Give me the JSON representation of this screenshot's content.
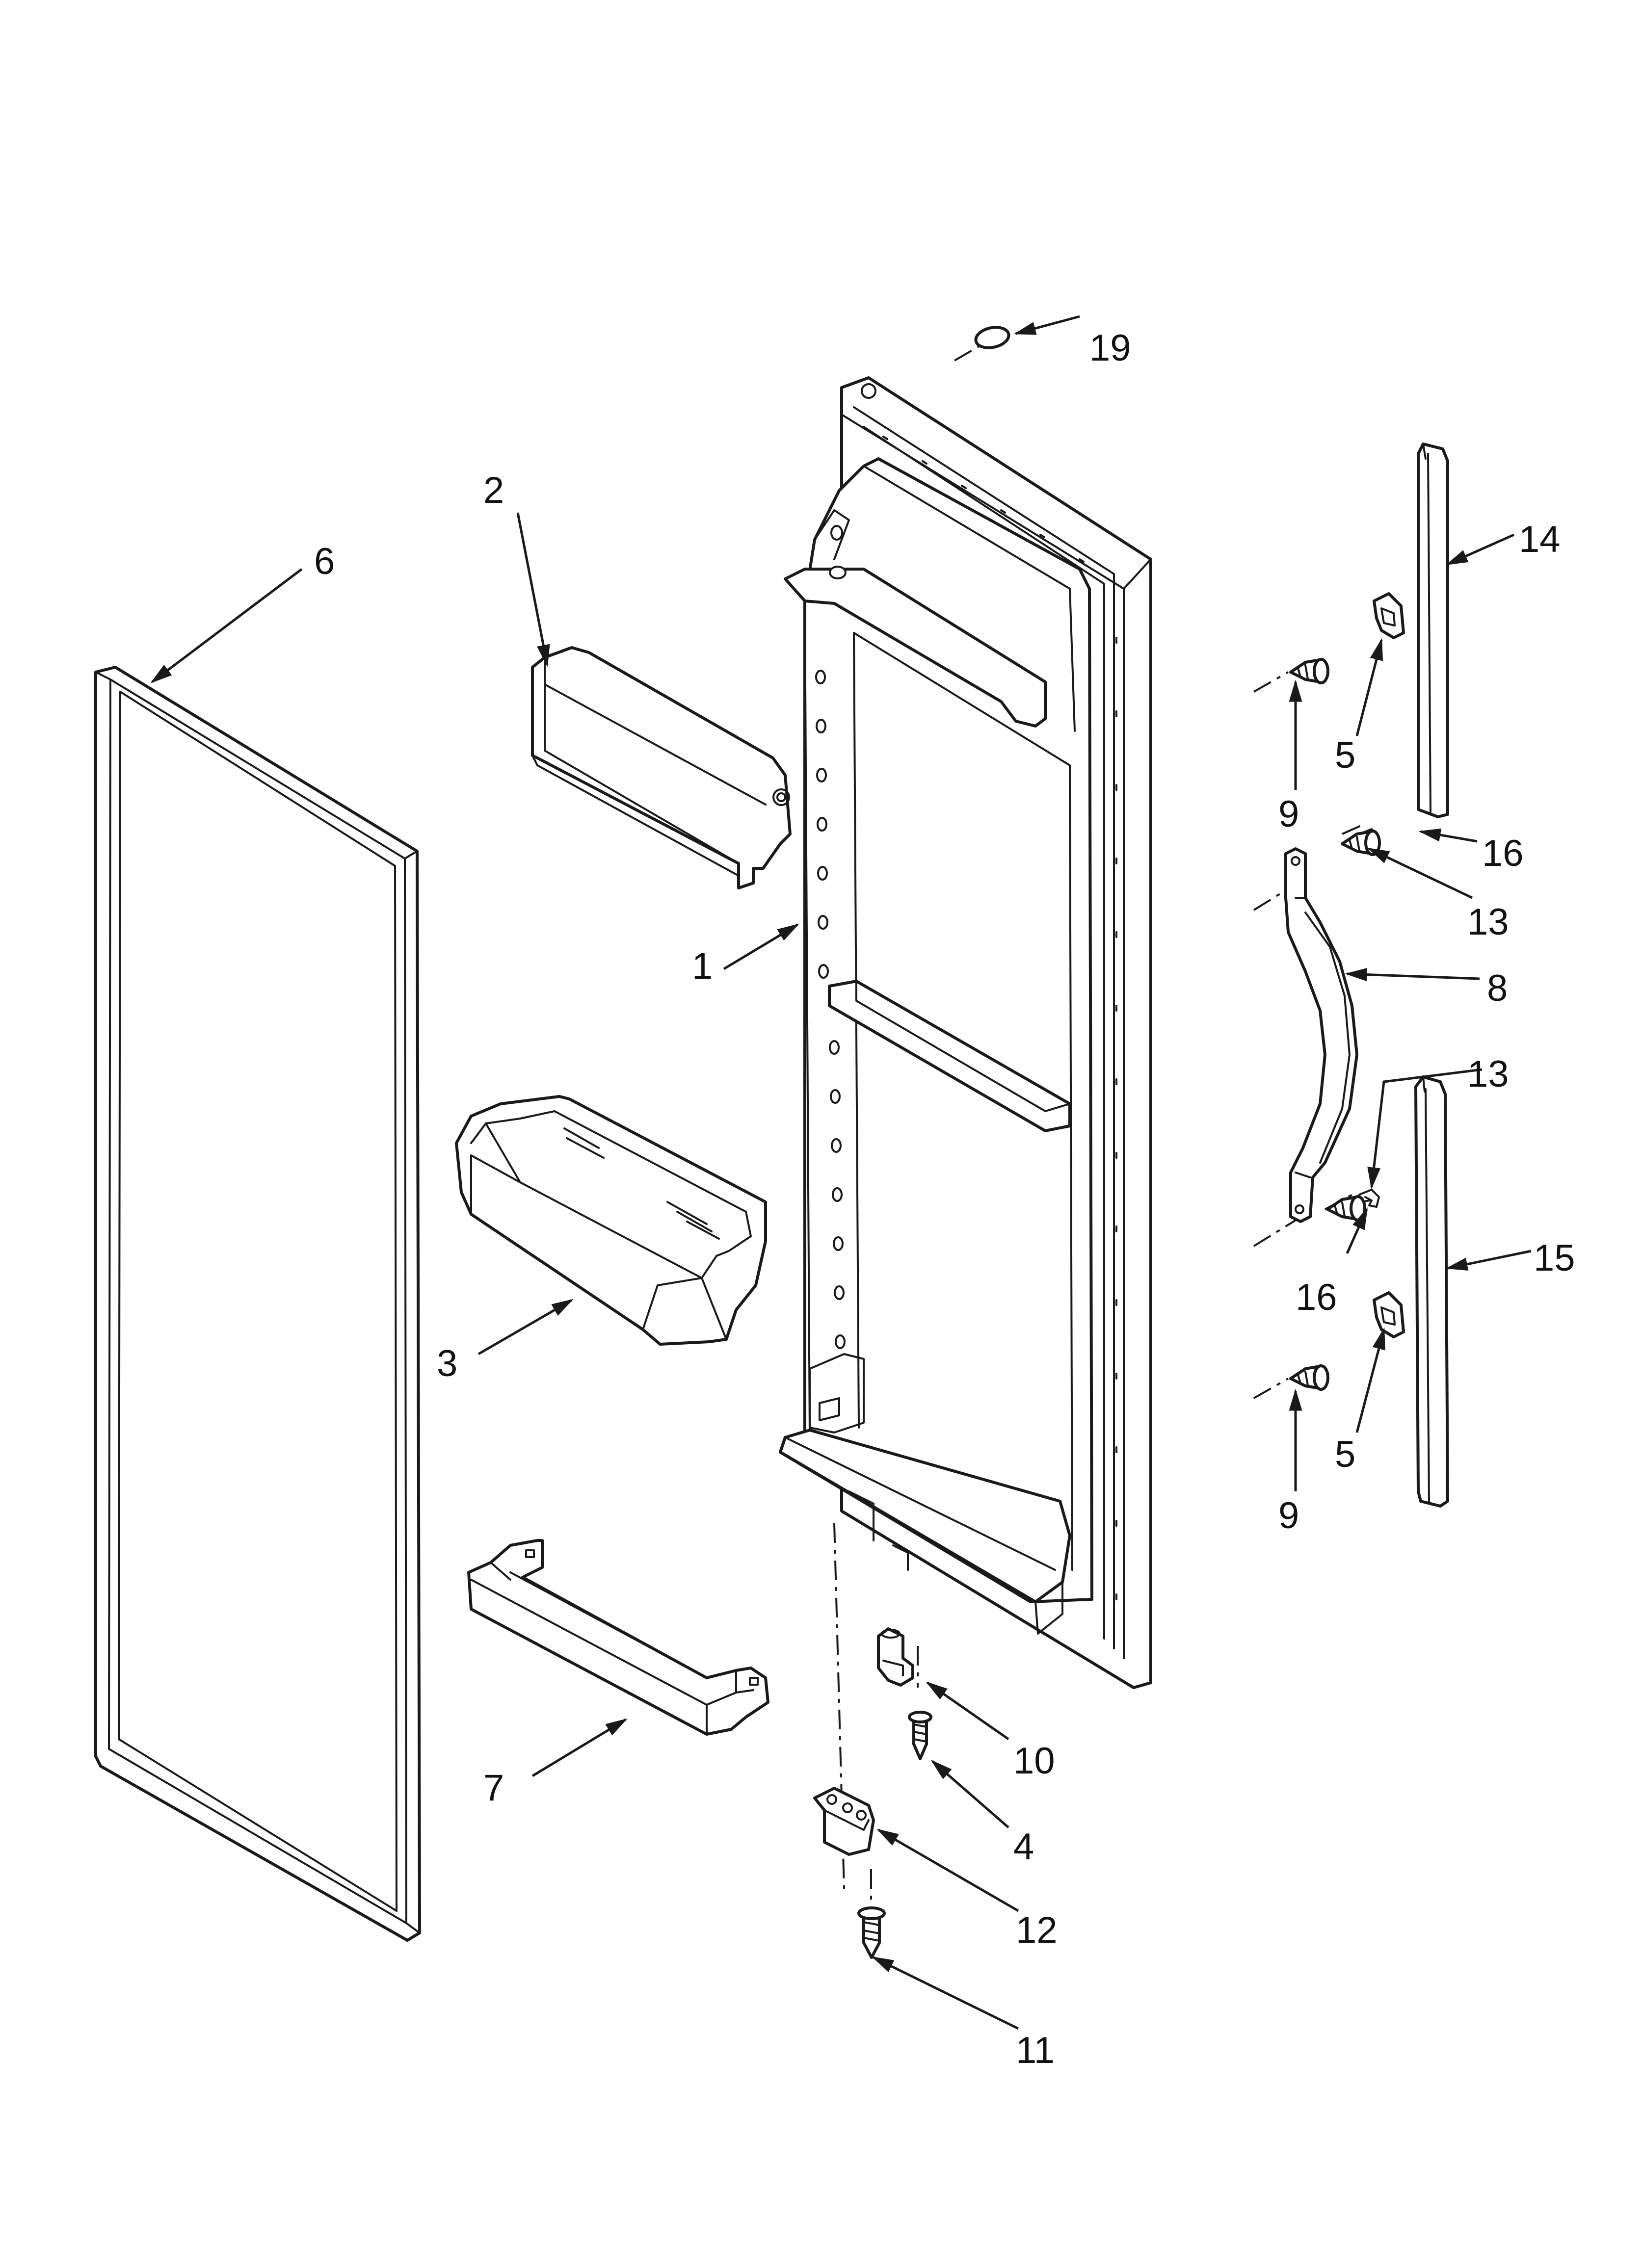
{
  "callouts": [
    "1",
    "2",
    "3",
    "4",
    "5",
    "5",
    "6",
    "7",
    "8",
    "9",
    "9",
    "10",
    "11",
    "12",
    "13",
    "13",
    "14",
    "15",
    "16",
    "16",
    "19"
  ]
}
